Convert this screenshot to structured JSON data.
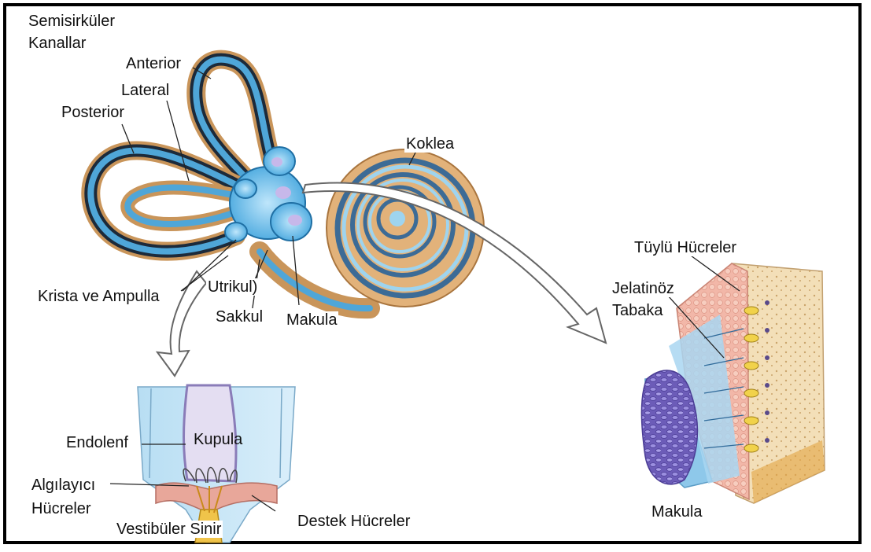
{
  "labels": {
    "semicircular_title_1": "Semisirküler",
    "semicircular_title_2": "Kanallar",
    "anterior": "Anterior",
    "lateral": "Lateral",
    "posterior": "Posterior",
    "koklea": "Koklea",
    "krista_ampulla": "Krista ve Ampulla",
    "utrikul": "Utrikul)",
    "sakkul": "Sakkul",
    "makula_inner": "Makula",
    "endolenf": "Endolenf",
    "kupula": "Kupula",
    "algilayici_1": "Algılayıcı",
    "algilayici_2": "Hücreler",
    "vestibuler_sinir": "Vestibüler Sinir",
    "destek_hucreler": "Destek Hücreler",
    "tuylu_hucreler": "Tüylü Hücreler",
    "jelatinoz_1": "Jelatinöz",
    "jelatinoz_2": "Tabaka",
    "makula_detail": "Makula"
  },
  "colors": {
    "canal_blue": "#4fa6d8",
    "canal_dark": "#1c2a3a",
    "canal_tan": "#c9955a",
    "vestibule_blue": "#6cc0ec",
    "cochlea_tan": "#d8a868",
    "gel_blue": "#8ec8ea",
    "otolith_purple": "#7f6fc4",
    "hair_cell_pink": "#e6a294",
    "arrow_fill": "#ffffff"
  }
}
